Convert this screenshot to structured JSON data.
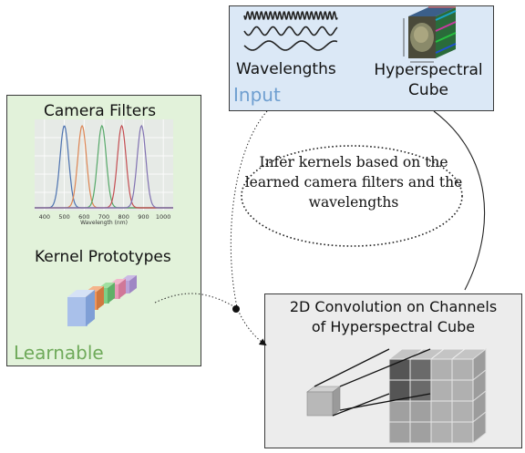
{
  "input": {
    "wavelengths_label": "Wavelengths",
    "hyperspectral_label_line1": "Hyperspectral",
    "hyperspectral_label_line2": "Cube",
    "tag": "Input"
  },
  "learnable": {
    "camera_filters_title": "Camera Filters",
    "kernel_prototypes_title": "Kernel Prototypes",
    "tag": "Learnable",
    "filter_plot": {
      "x_ticks": [
        "400",
        "500",
        "600",
        "700",
        "800",
        "900",
        "1000"
      ],
      "x_label": "Wavelength (nm)",
      "peak_wavelengths_nm": [
        500,
        590,
        690,
        790,
        890
      ],
      "curve_colors": [
        "#4c72b0",
        "#dd8452",
        "#55a868",
        "#c44e52",
        "#8172b2"
      ]
    }
  },
  "process": {
    "infer_text": "Infer kernels based on the learned camera filters and the wavelengths"
  },
  "convolution": {
    "title_line1": "2D Convolution on Channels",
    "title_line2": "of Hyperspectral Cube"
  }
}
